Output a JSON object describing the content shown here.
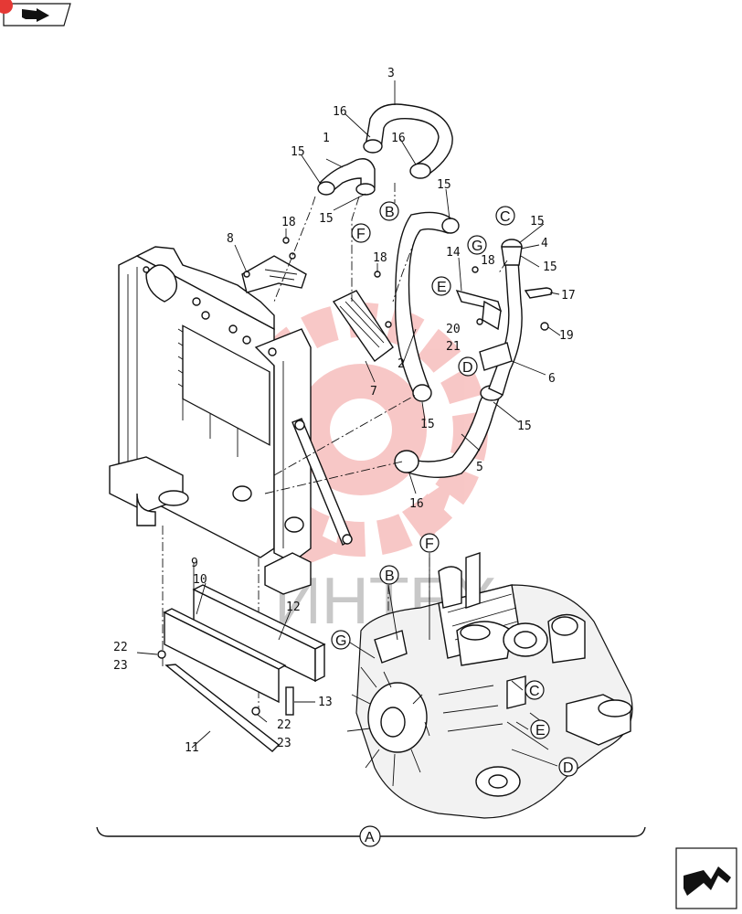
{
  "nav": {
    "prev_icon": "page-prev-icon",
    "next_icon": "page-next-icon"
  },
  "watermark": {
    "text": "ИНТЕХ",
    "color": "#e53935"
  },
  "callouts": {
    "c1": "1",
    "c2": "2",
    "c3": "3",
    "c4": "4",
    "c5": "5",
    "c6": "6",
    "c7": "7",
    "c8": "8",
    "c9": "9",
    "c10": "10",
    "c11": "11",
    "c12": "12",
    "c13": "13",
    "c14": "14",
    "c15": "15",
    "c16": "16",
    "c17": "17",
    "c18": "18",
    "c19": "19",
    "c20": "20",
    "c21": "21",
    "c22": "22",
    "c23": "23"
  },
  "refs": {
    "A": "A",
    "B": "B",
    "C": "C",
    "D": "D",
    "E": "E",
    "F": "F",
    "G": "G"
  }
}
